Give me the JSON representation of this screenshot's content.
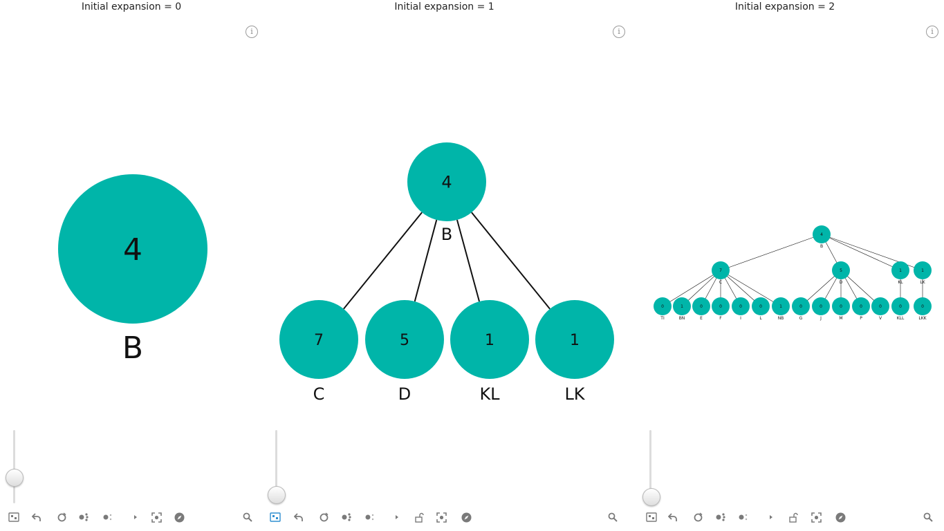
{
  "panels": [
    {
      "title": "Initial expansion = 0",
      "info_icon": "info-circle-icon"
    },
    {
      "title": "Initial expansion = 1",
      "info_icon": "info-circle-icon"
    },
    {
      "title": "Initial expansion = 2",
      "info_icon": "info-circle-icon"
    }
  ],
  "colors": {
    "node_fill": "#00b5a9",
    "edge": "#111111",
    "toolbar_icon": "#7a7a7a",
    "active_tool": "#2f8fd0"
  },
  "graph0": {
    "root": {
      "label": "B",
      "count": "4"
    }
  },
  "graph1": {
    "root": {
      "label": "B",
      "count": "4"
    },
    "children": [
      {
        "label": "C",
        "count": "7"
      },
      {
        "label": "D",
        "count": "5"
      },
      {
        "label": "KL",
        "count": "1"
      },
      {
        "label": "LK",
        "count": "1"
      }
    ]
  },
  "graph2": {
    "root": {
      "label": "B",
      "count": "4"
    },
    "level1": [
      {
        "label": "C",
        "count": "7"
      },
      {
        "label": "D",
        "count": "5"
      },
      {
        "label": "KL",
        "count": "1"
      },
      {
        "label": "LK",
        "count": "1"
      }
    ],
    "level2": [
      {
        "label": "TI",
        "count": "0",
        "parent": 0
      },
      {
        "label": "BN",
        "count": "1",
        "parent": 0
      },
      {
        "label": "E",
        "count": "0",
        "parent": 0
      },
      {
        "label": "F",
        "count": "0",
        "parent": 0
      },
      {
        "label": "I",
        "count": "0",
        "parent": 0
      },
      {
        "label": "L",
        "count": "0",
        "parent": 0
      },
      {
        "label": "NB",
        "count": "1",
        "parent": 0
      },
      {
        "label": "G",
        "count": "0",
        "parent": 1
      },
      {
        "label": "J",
        "count": "0",
        "parent": 1
      },
      {
        "label": "M",
        "count": "0",
        "parent": 1
      },
      {
        "label": "P",
        "count": "0",
        "parent": 1
      },
      {
        "label": "V",
        "count": "0",
        "parent": 1
      },
      {
        "label": "KLL",
        "count": "0",
        "parent": 2
      },
      {
        "label": "LKK",
        "count": "0",
        "parent": 3
      }
    ]
  },
  "zoom_sliders": [
    {
      "name": "zoom-slider-0",
      "level": 0.35
    },
    {
      "name": "zoom-slider-1",
      "level": 0.1
    },
    {
      "name": "zoom-slider-2",
      "level": 0.1
    }
  ],
  "toolbar": {
    "tools": [
      "fit-view-icon",
      "undo-icon",
      "refresh-icon",
      "expand-icon",
      "collapse-icon",
      "play-icon",
      "unlock-icon",
      "screenshot-icon",
      "compass-icon",
      "search-icon"
    ]
  }
}
